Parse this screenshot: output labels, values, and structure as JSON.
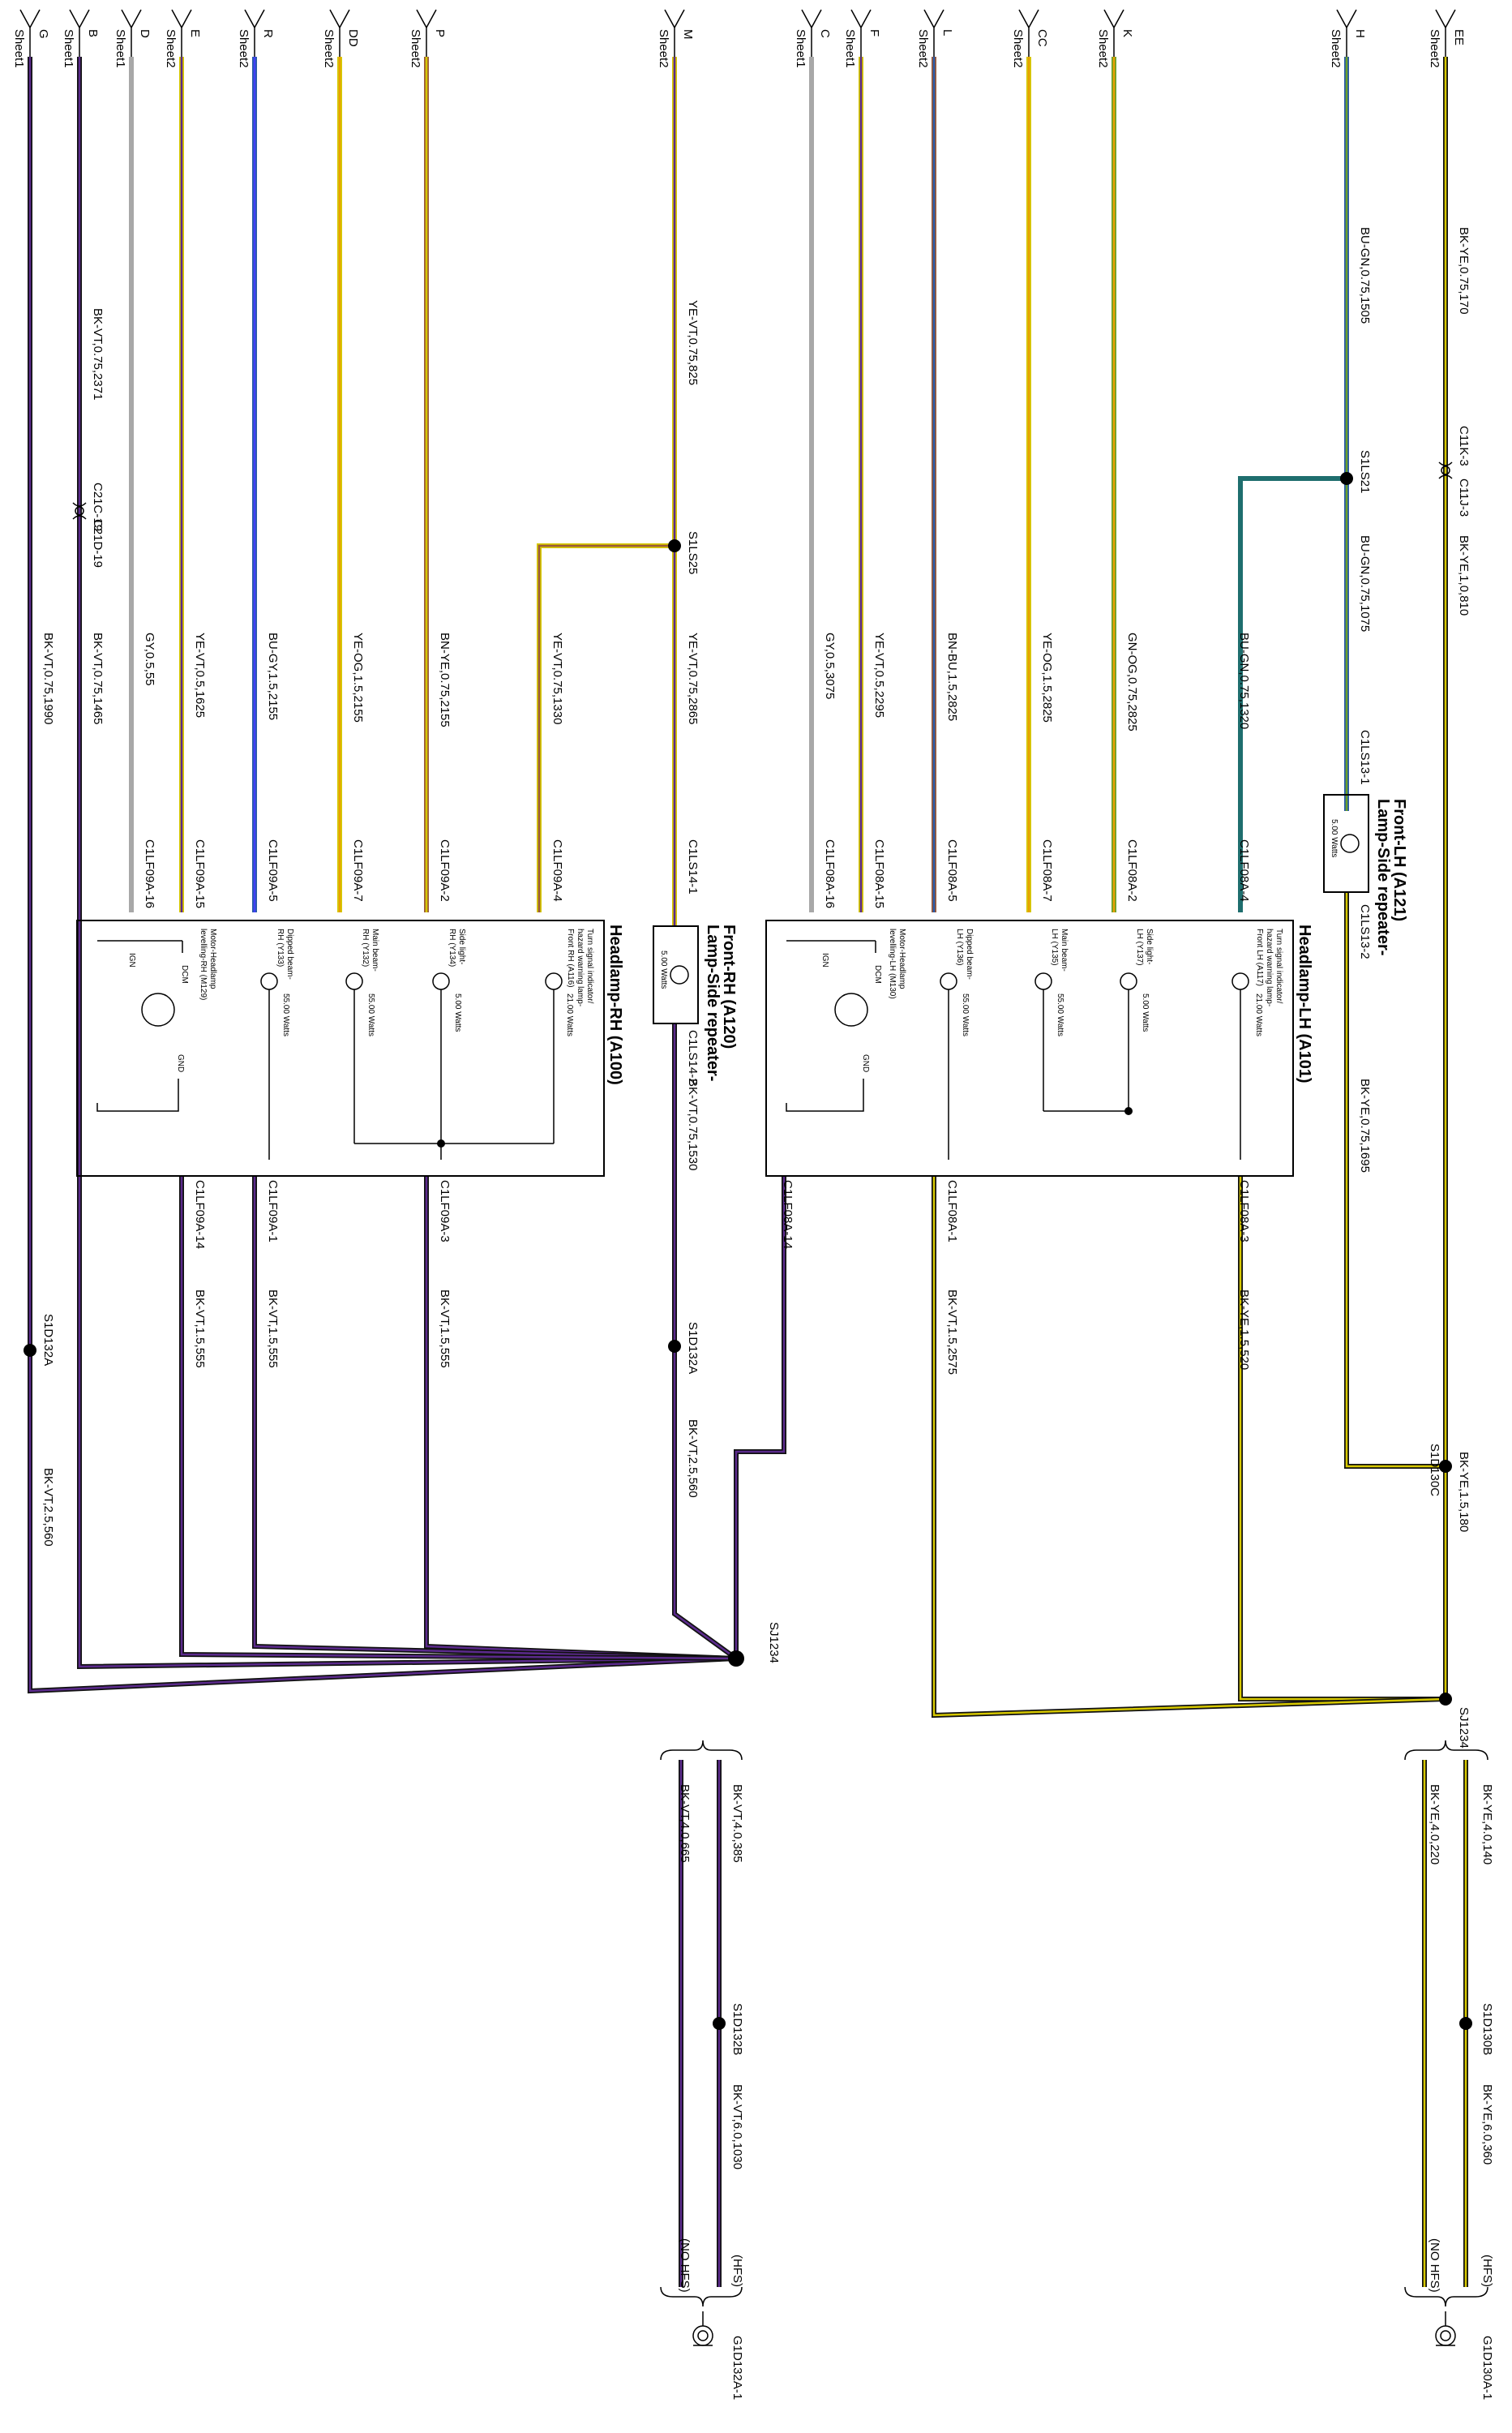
{
  "colors": {
    "violet": "#5b2a8c",
    "yellow": "#d6c800",
    "blue": "#2a5aa8",
    "green": "#6aa02a",
    "teal": "#1f6e6e",
    "orange": "#e8a000",
    "brown": "#9a5a3a",
    "grey": "#a8a8a8",
    "black": "#111111",
    "red": "#cc3030",
    "bright_blue": "#4040ff"
  },
  "connectors": {
    "EE": {
      "letter": "EE",
      "sheet": "Sheet2"
    },
    "H": {
      "letter": "H",
      "sheet": "Sheet2"
    },
    "K": {
      "letter": "K",
      "sheet": "Sheet2"
    },
    "CC": {
      "letter": "CC",
      "sheet": "Sheet2"
    },
    "L": {
      "letter": "L",
      "sheet": "Sheet2"
    },
    "F": {
      "letter": "F",
      "sheet": "Sheet1"
    },
    "C": {
      "letter": "C",
      "sheet": "Sheet1"
    },
    "M": {
      "letter": "M",
      "sheet": "Sheet2"
    },
    "P": {
      "letter": "P",
      "sheet": "Sheet2"
    },
    "DD": {
      "letter": "DD",
      "sheet": "Sheet2"
    },
    "R": {
      "letter": "R",
      "sheet": "Sheet2"
    },
    "E": {
      "letter": "E",
      "sheet": "Sheet2"
    },
    "D": {
      "letter": "D",
      "sheet": "Sheet1"
    },
    "B": {
      "letter": "B",
      "sheet": "Sheet1"
    },
    "G": {
      "letter": "G",
      "sheet": "Sheet1"
    }
  },
  "wires": {
    "EE_1": "BK-YE,0.75,170",
    "EE_2": "BK-YE,1,0,810",
    "H_1": "BU-GN,0.75,1505",
    "H_2": "BU-GN,0.75,1075",
    "teal": "BU-GN,0.75,1320",
    "K": "GN-OG,0.75,2825",
    "CC": "YE-OG,1.5,2825",
    "L": "BN-BU,1.5,2825",
    "F": "YE-VT,0.5,2295",
    "C": "GY,0.5,3075",
    "M_1": "YE-VT,0.75,825",
    "M_2": "YE-VT,0.75,2865",
    "P_branch": "YE-VT,0.75,1330",
    "P": "BN-YE,0.75,2155",
    "DD": "YE-OG,1.5,2155",
    "R": "BU-GY,1.5,2155",
    "E": "YE-VT,0.5,1625",
    "D": "GY,0.5,55",
    "B_1": "BK-VT,0.75,2371",
    "B_2": "BK-VT,0.75,1465",
    "G_1": "BK-VT,0.75,1990",
    "G_2": "BK-VT,2.5,560",
    "a121_out": "BK-YE,0.75,1695",
    "a101_gnd1": "BK-YE,1.5,520",
    "a101_gnd2": "BK-VT,1.5,2575",
    "s1d130c": "BK-YE,1.5,180",
    "a120_out": "BK-VT,0.75,1530",
    "s1d132a": "BK-VT,2.5,560",
    "a100_gnd1": "BK-VT,1.5,555",
    "a100_gnd2": "BK-VT,1.5,555",
    "a100_gnd3": "BK-VT,1.5,555",
    "yel_a": "BK-YE,4.0,140",
    "yel_b": "BK-YE,4.0,220",
    "yel_c": "BK-YE,6.0,360",
    "vio_a": "BK-VT,4.0,385",
    "vio_b": "BK-VT,4.0,665",
    "vio_c": "BK-VT,6.0,1030"
  },
  "pins": {
    "c11k3": "C11K-3",
    "c11j3": "C11J-3",
    "c1ls13_1": "C1LS13-1",
    "c1ls13_2": "C1LS13-2",
    "c1lf08a_4": "C1LF08A-4",
    "c1lf08a_2": "C1LF08A-2",
    "c1lf08a_7": "C1LF08A-7",
    "c1lf08a_5": "C1LF08A-5",
    "c1lf08a_15": "C1LF08A-15",
    "c1lf08a_16": "C1LF08A-16",
    "c1lf08a_3": "C1LF08A-3",
    "c1lf08a_1": "C1LF08A-1",
    "c1lf08a_14": "C1LF08A-14",
    "c1ls14_1": "C1LS14-1",
    "c1ls14_2": "C1LS14-2",
    "c1lf09a_4": "C1LF09A-4",
    "c1lf09a_2": "C1LF09A-2",
    "c1lf09a_7": "C1LF09A-7",
    "c1lf09a_5": "C1LF09A-5",
    "c1lf09a_15": "C1LF09A-15",
    "c1lf09a_16": "C1LF09A-16",
    "c1lf09a_3": "C1LF09A-3",
    "c1lf09a_1": "C1LF09A-1",
    "c1lf09a_14": "C1LF09A-14",
    "c21c19": "C21C-19",
    "c21d19": "C21D-19",
    "g1d130a1": "G1D130A-1",
    "g1d132a1": "G1D132A-1"
  },
  "splices": {
    "s1ls21": "S1LS21",
    "s1ls25": "S1LS25",
    "s1d130c": "S1D130C",
    "sj1234_top": "SJ1234",
    "sj1234_bottom": "SJ1234",
    "s1d132a_top": "S1D132A",
    "s1d132a_bottom": "S1D132A",
    "s1d130b": "S1D130B",
    "s1d132b": "S1D132B"
  },
  "components": {
    "a121": {
      "title_1": "Lamp-Side repeater-",
      "title_2": "Front-LH (A121)",
      "watts": "5.00 Watts"
    },
    "a120": {
      "title_1": "Lamp-Side repeater-",
      "title_2": "Front-RH (A120)",
      "watts": "5.00 Watts"
    },
    "a101": {
      "title": "Headlamp-LH (A101)",
      "turn_1": "Turn signal indicator/",
      "turn_2": "hazard warning lamp-",
      "turn_3": "Front LH (A117)",
      "turn_watts": "21.00 Watts",
      "side_1": "Side light-",
      "side_2": "LH (Y137)",
      "side_watts": "5.00 Watts",
      "main_1": "Main beam-",
      "main_2": "LH (Y135)",
      "main_watts": "55.00 Watts",
      "dipped_1": "Dipped beam-",
      "dipped_2": "LH (Y136)",
      "dipped_watts": "55.00 Watts",
      "motor_1": "Motor-Headlamp",
      "motor_2": "levelling-LH (M130)",
      "dcm": "DCM",
      "ign": "IGN",
      "gnd": "GND"
    },
    "a100": {
      "title": "Headlamp-RH (A100)",
      "turn_1": "Turn signal indicator/",
      "turn_2": "hazard warning lamp-",
      "turn_3": "Front RH (A116)",
      "turn_watts": "21.00 Watts",
      "side_1": "Side light-",
      "side_2": "RH (Y134)",
      "side_watts": "5.00 Watts",
      "main_1": "Main beam-",
      "main_2": "RH (Y132)",
      "main_watts": "55.00 Watts",
      "dipped_1": "Dipped beam-",
      "dipped_2": "RH (Y133)",
      "dipped_watts": "55.00 Watts",
      "motor_1": "Motor-Headlamp",
      "motor_2": "levelling-RH (M129)",
      "dcm": "DCM",
      "ign": "IGN",
      "gnd": "GND"
    }
  },
  "options": {
    "hfs": "(HFS)",
    "no_hfs": "(NO HFS)"
  }
}
